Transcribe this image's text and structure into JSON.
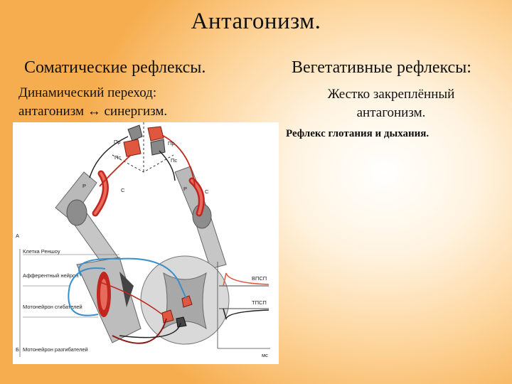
{
  "title": "Антагонизм.",
  "left": {
    "heading": "Соматические рефлексы.",
    "line1": "Динамический переход:",
    "line2": "антагонизм ↔ синергизм."
  },
  "right": {
    "heading": "Вегетативные рефлексы:",
    "line1": "Жестко закреплённый",
    "line2": "антагонизм.",
    "note": "Рефлекс глотания и дыхания."
  },
  "figure": {
    "label_pr": "Пр",
    "label_ps": "Пс",
    "label_r": "Р",
    "label_s": "С",
    "label_a": "А",
    "label_b": "Б",
    "renshaw": "Клетка Реншоу",
    "afferent": "Афферентный нейрон",
    "flexor_mn": "Мотонейрон сгибателей",
    "extensor_mn": "Мотонейрон разгибателей",
    "vpsp": "ВПСП",
    "tpsp": "ТПСП",
    "time_unit": "мс"
  }
}
